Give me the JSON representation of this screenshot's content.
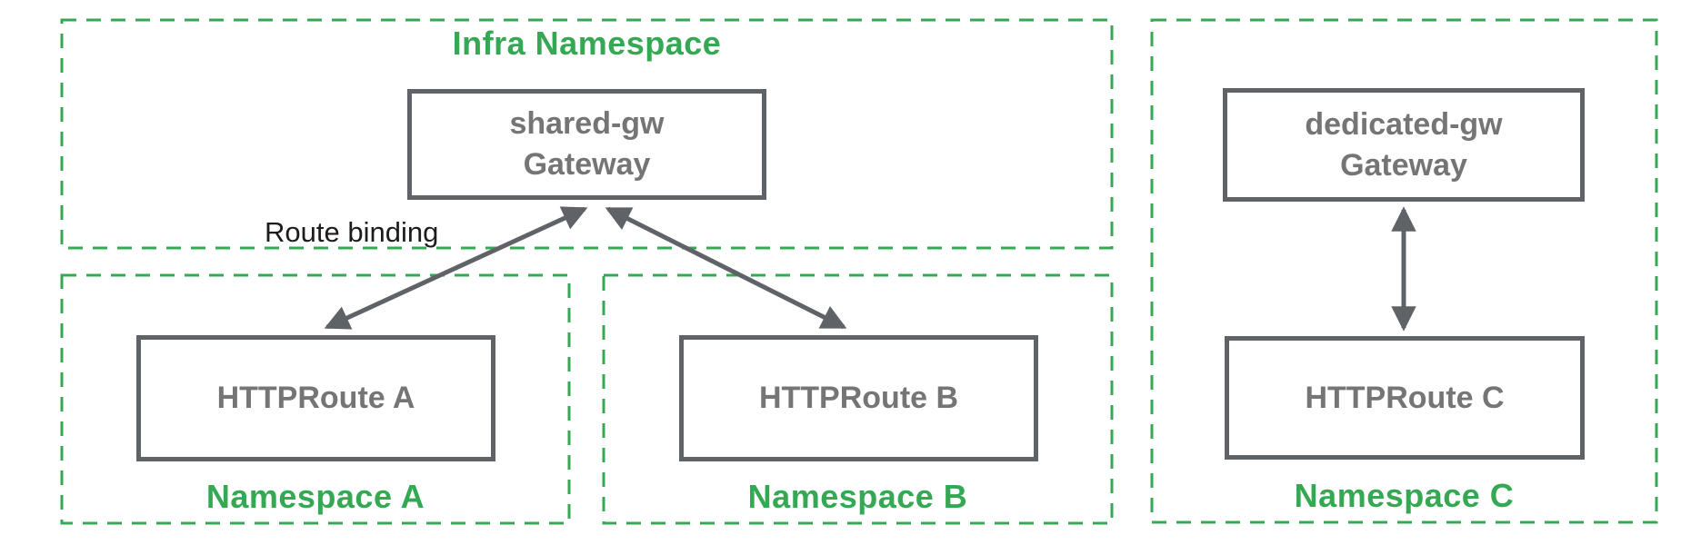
{
  "diagram": {
    "colors": {
      "namespace_green": "#34a853",
      "node_border_gray": "#5f6368",
      "node_text_gray": "#757575",
      "annotation_black": "#1c1c1c",
      "background": "#ffffff"
    },
    "infra_namespace": {
      "title": "Infra Namespace",
      "gateway": {
        "line1": "shared-gw",
        "line2": "Gateway"
      }
    },
    "namespace_a": {
      "title": "Namespace A",
      "route": "HTTPRoute A"
    },
    "namespace_b": {
      "title": "Namespace B",
      "route": "HTTPRoute B"
    },
    "namespace_c": {
      "title": "Namespace C",
      "gateway": {
        "line1": "dedicated-gw",
        "line2": "Gateway"
      },
      "route": "HTTPRoute C"
    },
    "annotations": {
      "route_binding": "Route binding"
    }
  }
}
